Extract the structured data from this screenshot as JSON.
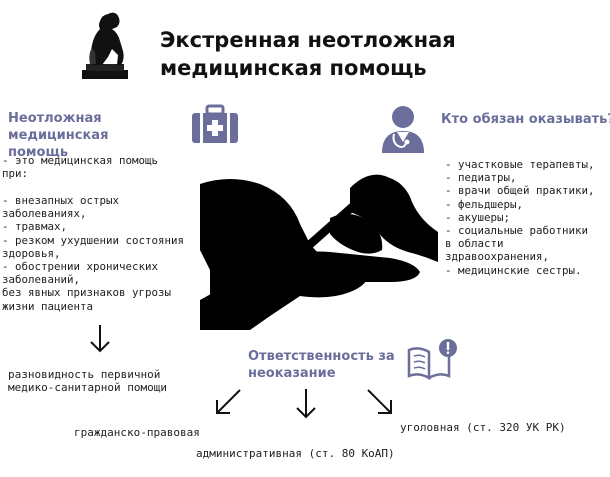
{
  "title": [
    "Экстренная неотложная",
    "медицинская помощь"
  ],
  "colors": {
    "accent": "#6b6e9a",
    "text": "#111111",
    "silhouette": "#000000"
  },
  "icons": {
    "logo": "thinker-statue-icon",
    "left_heading": "first-aid-kit-icon",
    "right_heading": "doctor-icon",
    "responsibility": "book-warning-icon"
  },
  "left": {
    "heading": [
      "Неотложная медицинская",
      "помощь"
    ],
    "definition": "- это медицинская помощь\nпри:",
    "conditions": "- внезапных острых\nзаболеваниях,\n- травмах,\n- резком ухудшении состояния\nздоровья,\n- обострении хронических\nзаболеваний,\nбез явных признаков угрозы\nжизни пациента",
    "kind": "разновидность первичной\nмедико-санитарной помощи"
  },
  "right": {
    "heading": "Кто обязан оказывать?",
    "providers": "- участковые терапевты,\n- педиатры,\n- врачи общей практики,\n- фельдшеры,\n- акушеры;\n- социальные работники\nв области здравоохранения,\n- медицинские сестры."
  },
  "responsibility": {
    "heading": [
      "Ответственность за",
      "неоказание"
    ],
    "types": {
      "civil": "гражданско-правовая",
      "administrative": "административная (ст. 80 КоАП)",
      "criminal": "уголовная (ст. 320 УК РК)"
    }
  }
}
